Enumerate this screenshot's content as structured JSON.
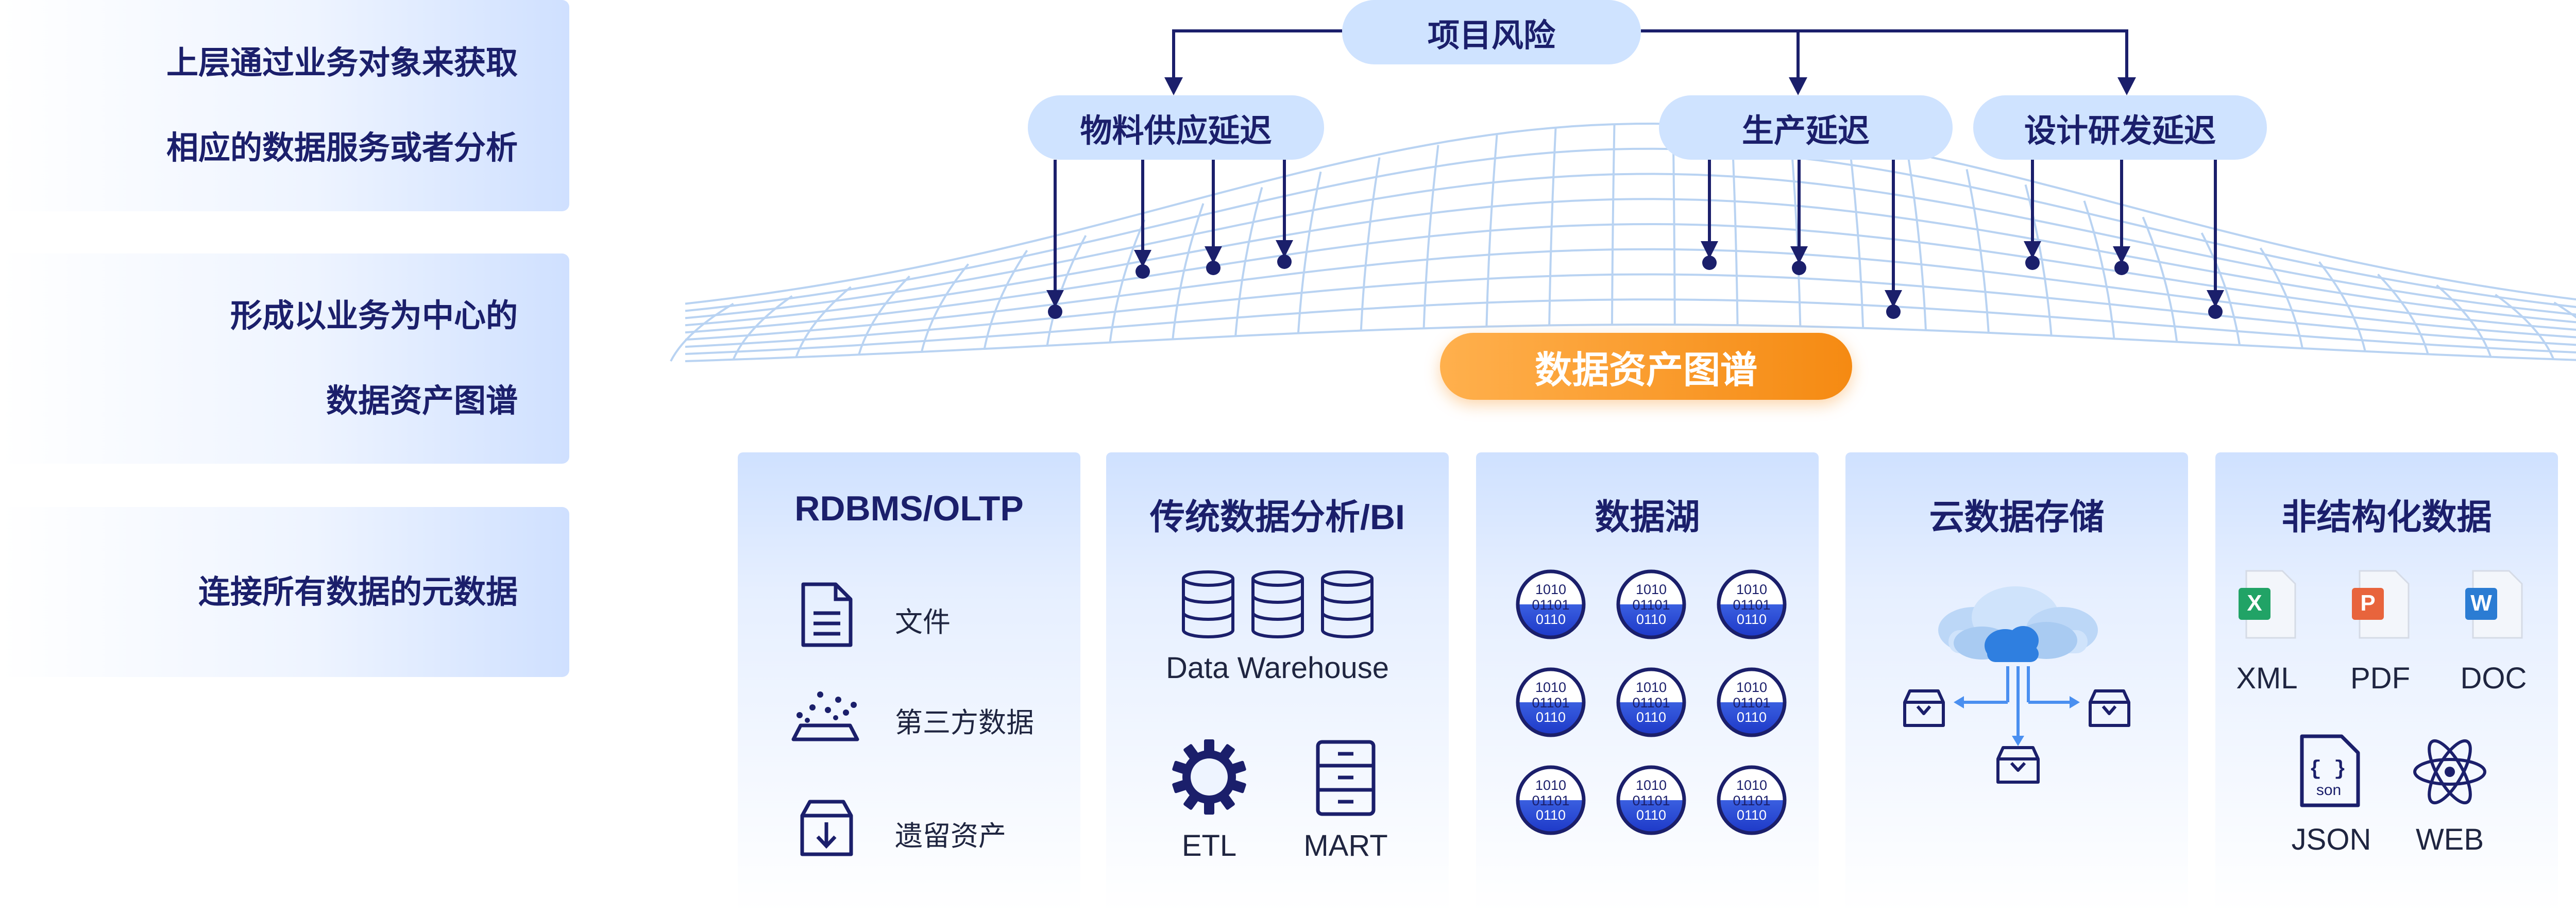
{
  "side_panels": [
    {
      "lines": [
        "上层通过业务对象来获取",
        "相应的数据服务或者分析"
      ]
    },
    {
      "lines": [
        "形成以业务为中心的",
        "数据资产图谱"
      ]
    },
    {
      "lines": [
        "连接所有数据的元数据"
      ]
    }
  ],
  "top_node": "项目风险",
  "middle_nodes": [
    "物料供应延迟",
    "生产延迟",
    "设计研发延迟"
  ],
  "center_label": "数据资产图谱",
  "sources": {
    "rdbms": {
      "title": "RDBMS/OLTP",
      "items": [
        "文件",
        "第三方数据",
        "遗留资产"
      ]
    },
    "bi": {
      "title": "传统数据分析/BI",
      "warehouse": "Data Warehouse",
      "etl": "ETL",
      "mart": "MART"
    },
    "lake": {
      "title": "数据湖",
      "bit_text": [
        "1010",
        "01101",
        "0110"
      ]
    },
    "cloud": {
      "title": "云数据存储"
    },
    "unstructured": {
      "title": "非结构化数据",
      "formats": [
        "XML",
        "PDF",
        "DOC",
        "JSON",
        "WEB"
      ],
      "badges": [
        "X",
        "P",
        "W",
        "{ }",
        "son"
      ]
    }
  },
  "colors": {
    "navy": "#1b1f6b",
    "pill": "#cfe3ff",
    "orange": "#f58a12",
    "grid": "#b9d3f2",
    "cloud_blue": "#2f7fe0"
  }
}
